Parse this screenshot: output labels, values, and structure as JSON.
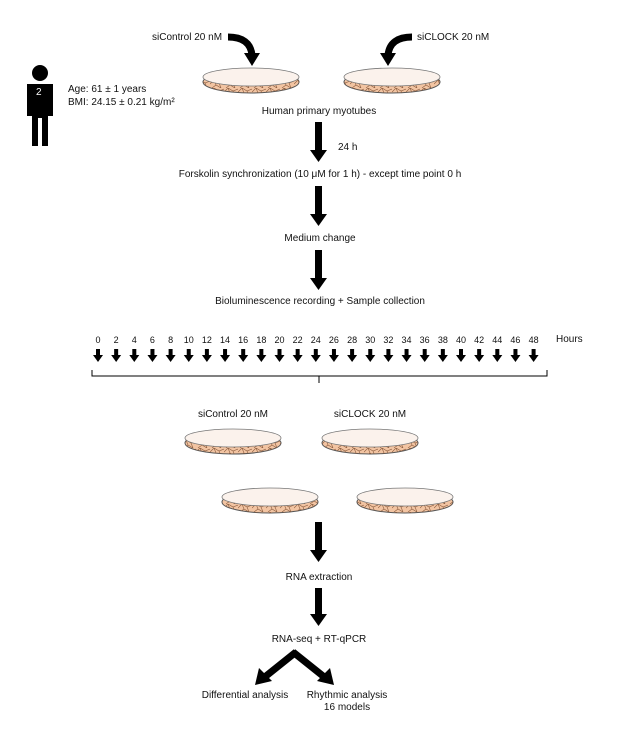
{
  "top": {
    "sicontrol_label": "siControl 20 nM",
    "siclock_label": "siCLOCK 20 nM",
    "person_number": "2",
    "age_line": "Age: 61 ± 1 years",
    "bmi_line": "BMI: 24.15 ± 0.21 kg/m²",
    "myotubes_label": "Human primary myotubes"
  },
  "steps": {
    "incubation": "24 h",
    "forskolin": "Forskolin synchronization (10 μM for 1 h) - except time point 0 h",
    "medium": "Medium change",
    "recording": "Bioluminescence recording + Sample collection"
  },
  "timeline": {
    "ticks": [
      "0",
      "2",
      "4",
      "6",
      "8",
      "10",
      "12",
      "14",
      "16",
      "18",
      "20",
      "22",
      "24",
      "26",
      "28",
      "30",
      "32",
      "34",
      "36",
      "38",
      "40",
      "42",
      "44",
      "46",
      "48"
    ],
    "unit": "Hours"
  },
  "bottom": {
    "sicontrol_label": "siControl 20 nM",
    "siclock_label": "siCLOCK 20 nM",
    "rna_extraction": "RNA extraction",
    "sequencing": "RNA-seq + RT-qPCR",
    "differential": "Differential analysis",
    "rhythmic_line1": "Rhythmic analysis",
    "rhythmic_line2": "16 models"
  },
  "colors": {
    "dish_fill": "#f2c4a2",
    "cell_stroke": "#8a5a3c",
    "arrow": "#000000"
  }
}
